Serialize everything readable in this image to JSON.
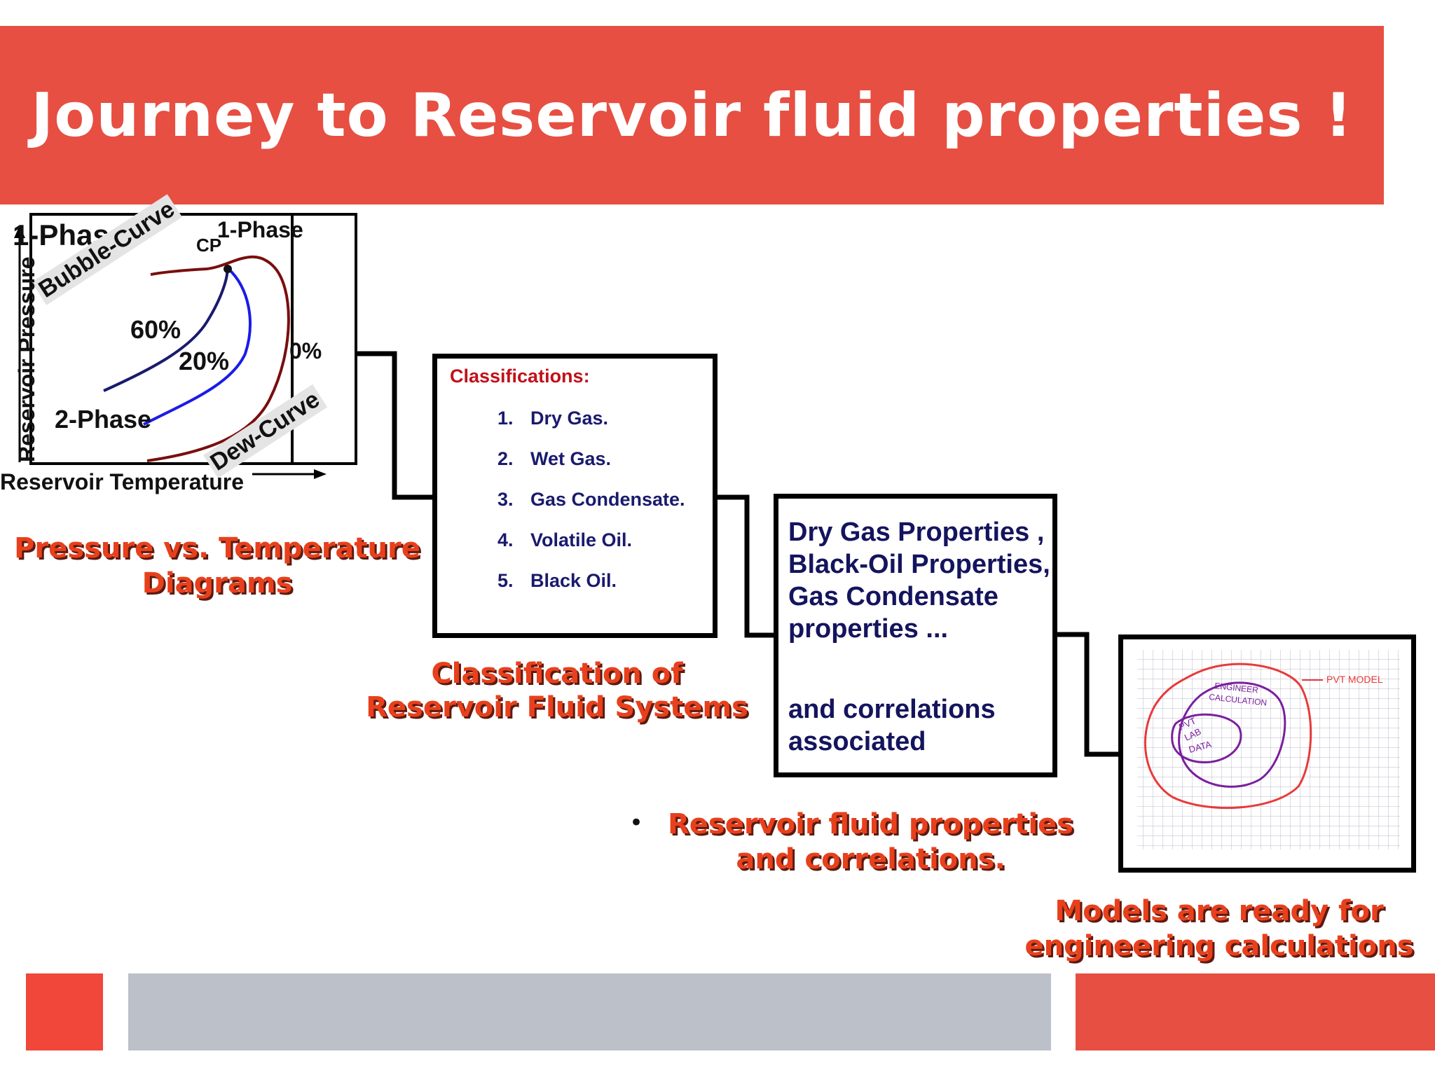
{
  "title": "Journey to Reservoir fluid properties !",
  "colors": {
    "accent_red": "#e64f42",
    "caption_red": "#e8401c",
    "dark_navy": "#14145e",
    "footer_gray": "#bcc0c8"
  },
  "pt_diagram": {
    "one_phase_left": "1-Phase",
    "one_phase_right": "1-Phase",
    "cp": "CP",
    "bubble_curve": "Bubble-Curve",
    "dew_curve": "Dew-Curve",
    "pct_60": "60%",
    "pct_20": "20%",
    "pct_0": "0%",
    "two_phase": "2-Phase",
    "y_axis": "Reservoir Pressure",
    "x_axis": "Reservoir Temperature",
    "caption_line1": "Pressure vs. Temperature",
    "caption_line2": "Diagrams"
  },
  "classification": {
    "heading": "Classifications:",
    "items": [
      {
        "num": "1.",
        "label": "Dry Gas."
      },
      {
        "num": "2.",
        "label": "Wet Gas."
      },
      {
        "num": "3.",
        "label": "Gas Condensate."
      },
      {
        "num": "4.",
        "label": "Volatile Oil."
      },
      {
        "num": "5.",
        "label": "Black Oil."
      }
    ],
    "caption_line1": "Classification of",
    "caption_line2": "Reservoir Fluid Systems"
  },
  "properties": {
    "text1": "Dry Gas Properties , Black-Oil Properties, Gas Condensate properties ...",
    "text2": " and correlations associated",
    "bullet": "•",
    "caption_line1": "Reservoir fluid properties",
    "caption_line2": "and correlations."
  },
  "models": {
    "sketch_outer": "PVT MODEL",
    "sketch_mid_1": "ENGINEER",
    "sketch_mid_2": "CALCULATION",
    "sketch_inner_1": "PVT",
    "sketch_inner_2": "LAB",
    "sketch_inner_3": "DATA",
    "caption_line1": "Models are ready for",
    "caption_line2": "engineering calculations"
  }
}
